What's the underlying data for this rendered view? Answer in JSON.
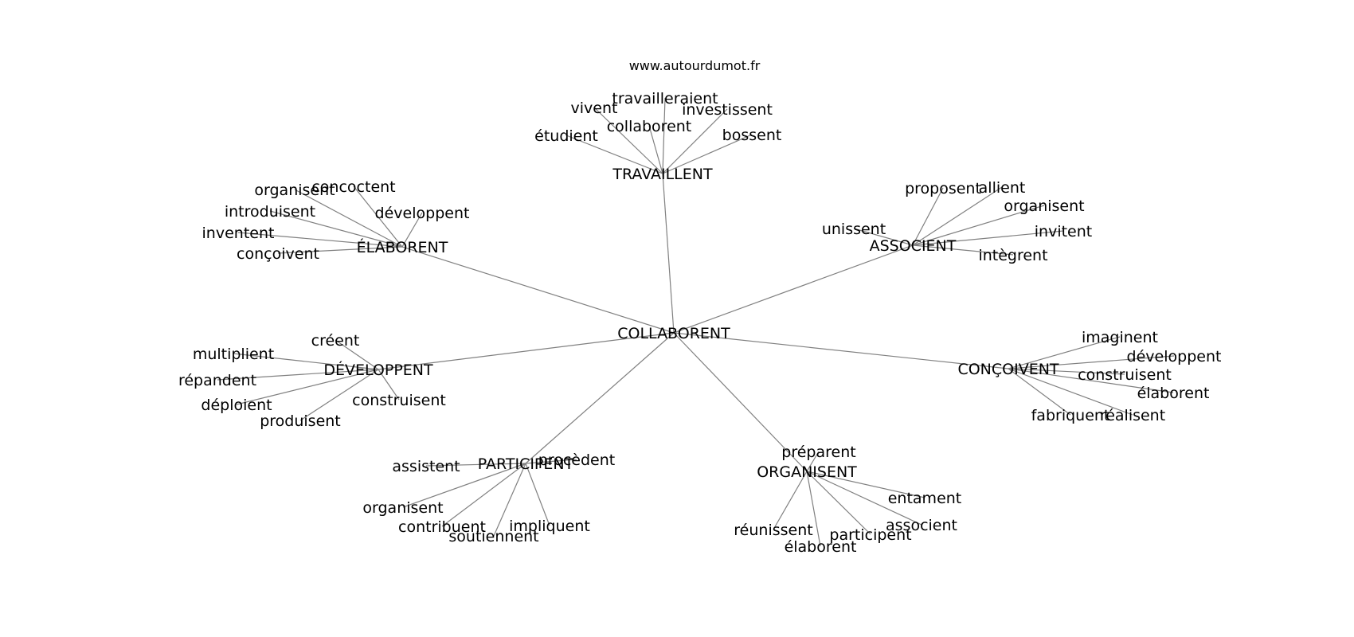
{
  "watermark": "www.autourdumot.fr",
  "center": "COLLABORENT",
  "groups": [
    {
      "hub": "TRAVAILLENT",
      "leaves": [
        "travailleraient",
        "vivent",
        "investissent",
        "collaborent",
        "étudient",
        "bossent"
      ]
    },
    {
      "hub": "ÉLABORENT",
      "leaves": [
        "organisent",
        "concoctent",
        "introduisent",
        "développent",
        "inventent",
        "conçoivent"
      ]
    },
    {
      "hub": "ASSOCIENT",
      "leaves": [
        "proposent",
        "allient",
        "organisent",
        "unissent",
        "invitent",
        "intègrent"
      ]
    },
    {
      "hub": "DÉVELOPPENT",
      "leaves": [
        "créent",
        "multiplient",
        "répandent",
        "déploient",
        "produisent",
        "construisent"
      ]
    },
    {
      "hub": "CONÇOIVENT",
      "leaves": [
        "imaginent",
        "développent",
        "construisent",
        "élaborent",
        "fabriquent",
        "réalisent"
      ]
    },
    {
      "hub": "PARTICIPENT",
      "leaves": [
        "assistent",
        "procèdent",
        "organisent",
        "contribuent",
        "soutiennent",
        "impliquent"
      ]
    },
    {
      "hub": "ORGANISENT",
      "leaves": [
        "préparent",
        "entament",
        "associent",
        "réunissent",
        "participent",
        "élaborent"
      ]
    }
  ]
}
